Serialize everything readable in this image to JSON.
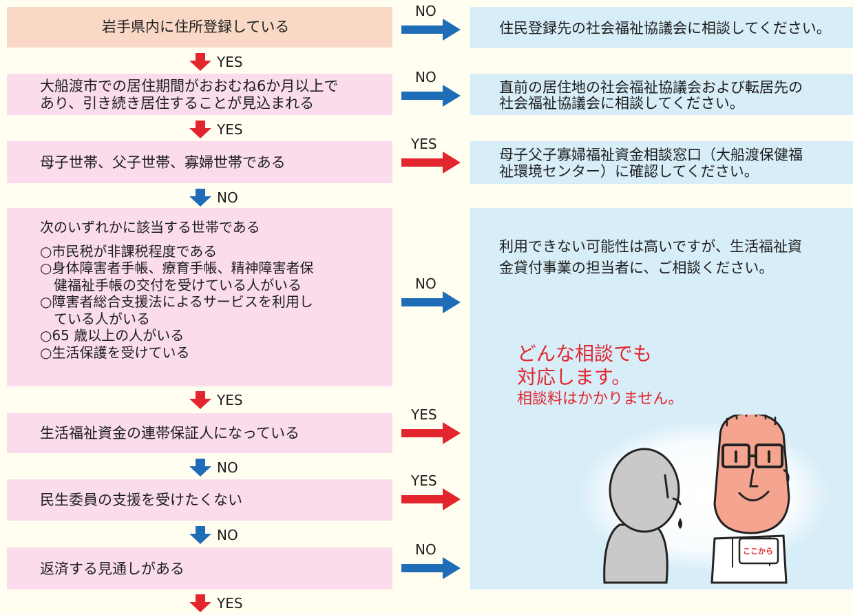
{
  "colors": {
    "background": "#fffef0",
    "question_box": "#fadced",
    "first_question_box": "#f9d9c6",
    "result_box": "#d7edf8",
    "yes_arrow": "#e3262d",
    "no_arrow": "#1f6db6",
    "highlight_text": "#e3262d"
  },
  "questions": {
    "q1": "岩手県内に住所登録している",
    "q2_line1": "大船渡市での居住期間がおおむね6か月以上で",
    "q2_line2": "あり、引き続き居住することが見込まれる",
    "q3": "母子世帯、父子世帯、寡婦世帯である",
    "q4_title": "次のいずれかに該当する世帯である",
    "q4_items": [
      "○市民税が非課税程度である",
      "○身体障害者手帳、療育手帳、精神障害者保",
      "　健福祉手帳の交付を受けている人がいる",
      "○障害者総合支援法によるサービスを利用し",
      "　ている人がいる",
      "○65 歳以上の人がいる",
      "○生活保護を受けている"
    ],
    "q5": "生活福祉資金の連帯保証人になっている",
    "q6": "民生委員の支援を受けたくない",
    "q7": "返済する見通しがある"
  },
  "down_labels": {
    "d1": "YES",
    "d2": "YES",
    "d3": "NO",
    "d4": "YES",
    "d5": "NO",
    "d6": "NO",
    "d7": "YES"
  },
  "side_labels": {
    "s1": "NO",
    "s2": "NO",
    "s3": "YES",
    "s4": "NO",
    "s5": "YES",
    "s6": "YES",
    "s7": "NO"
  },
  "results": {
    "r1": "住民登録先の社会福祉協議会に相談してください。",
    "r2_line1": "直前の居住地の社会福祉協議会および転居先の",
    "r2_line2": "社会福祉協議会に相談してください。",
    "r3_line1": "母子父子寡婦福祉資金相談窓口（大船渡保健福",
    "r3_line2": "祉環境センター）に確認してください。",
    "r4_line1": "利用できない可能性は高いですが、生活福祉資",
    "r4_line2": "金貸付事業の担当者に、ご相談ください。"
  },
  "highlight": {
    "line1": "どんな相談でも",
    "line2": "対応します。",
    "line3": "相談料はかかりません。"
  },
  "illustration": {
    "badge_text": "ここから"
  }
}
